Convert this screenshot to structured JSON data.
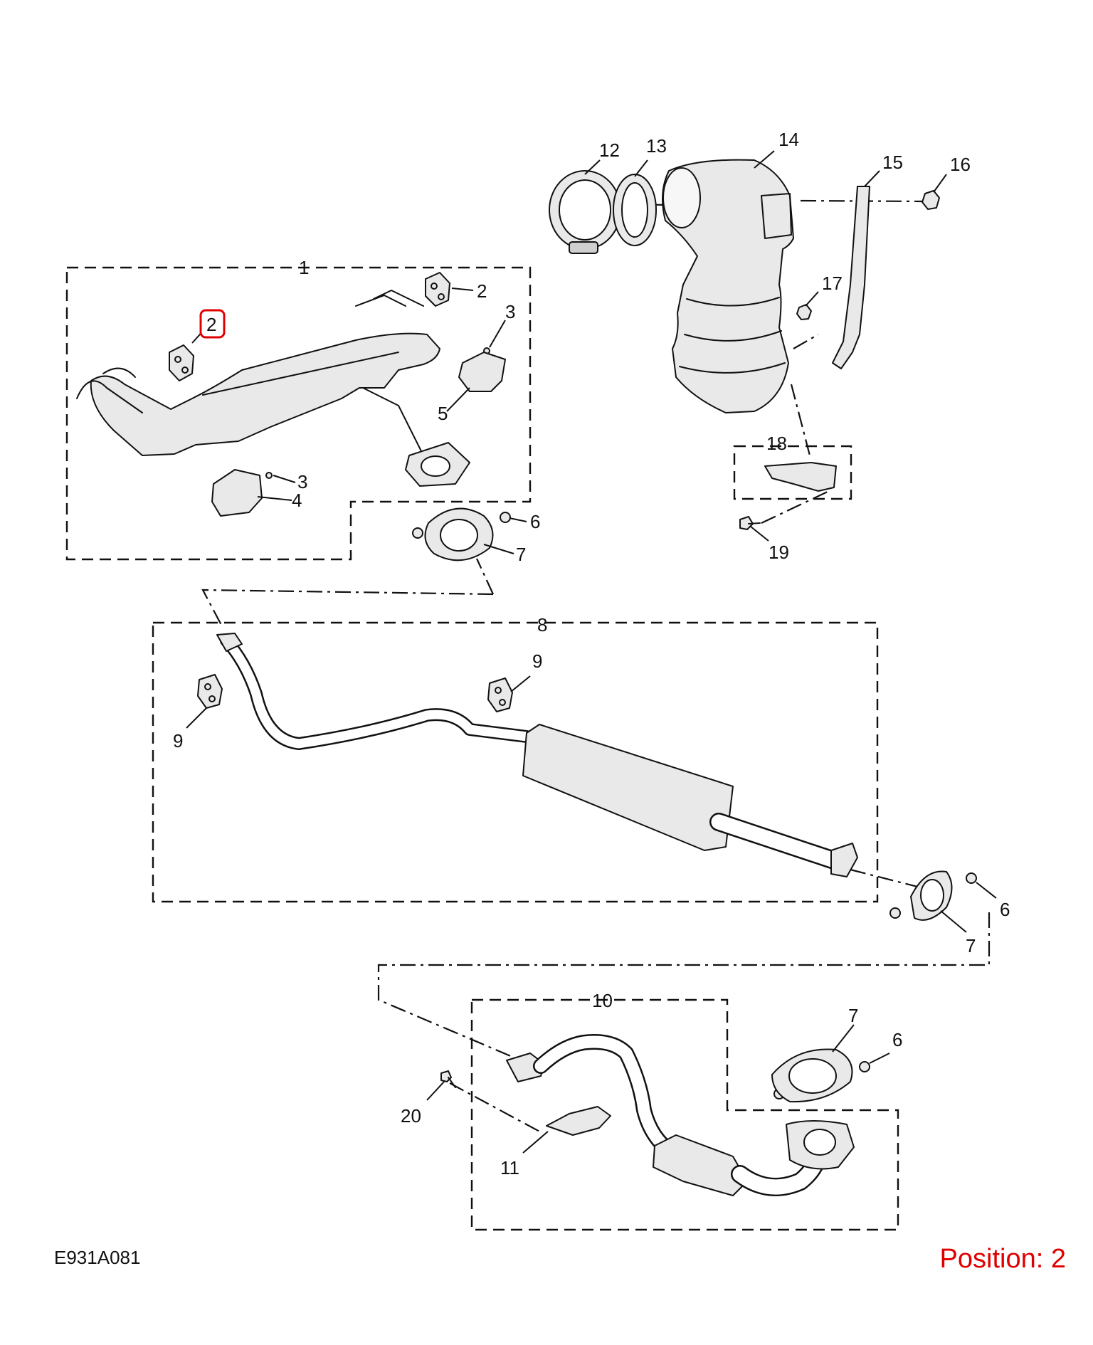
{
  "diagram_code": "E931A081",
  "position_label": "Position: 2",
  "highlight_color": "#e00000",
  "callouts": {
    "c1": "1",
    "c2a": "2",
    "c2b": "2",
    "c3a": "3",
    "c3b": "3",
    "c4": "4",
    "c5": "5",
    "c6a": "6",
    "c6b": "6",
    "c6c": "6",
    "c7a": "7",
    "c7b": "7",
    "c7c": "7",
    "c8": "8",
    "c9a": "9",
    "c9b": "9",
    "c10": "10",
    "c11": "11",
    "c12": "12",
    "c13": "13",
    "c14": "14",
    "c15": "15",
    "c16": "16",
    "c17": "17",
    "c18": "18",
    "c19": "19",
    "c20": "20"
  }
}
